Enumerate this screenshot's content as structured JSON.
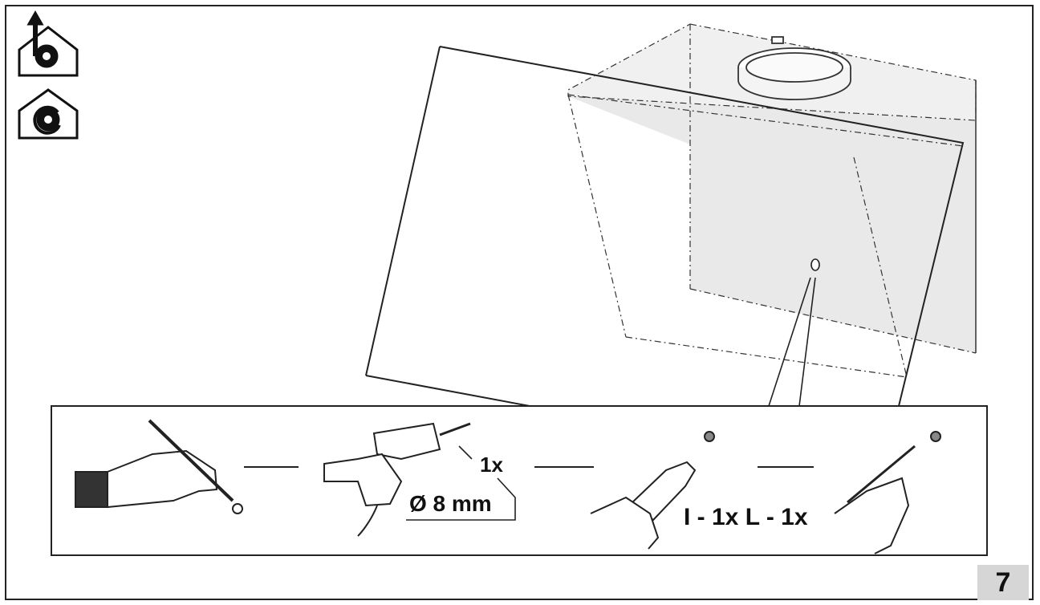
{
  "modes": [
    {
      "icon": "ducted-extraction-icon"
    },
    {
      "icon": "recirculation-icon"
    }
  ],
  "steps": [
    {
      "icon": "marking-pencil-icon"
    },
    {
      "icon": "drill-icon",
      "quantity": "1x",
      "diameter": "Ø 8 mm"
    },
    {
      "icon": "wall-plug-icon"
    },
    {
      "icon": "screw-icon"
    }
  ],
  "fixings_label": "I - 1x L - 1x",
  "page_number": "7",
  "colors": {
    "line": "#222222",
    "hood_fill": "#e6e6e6",
    "badge": "#d6d6d6"
  }
}
